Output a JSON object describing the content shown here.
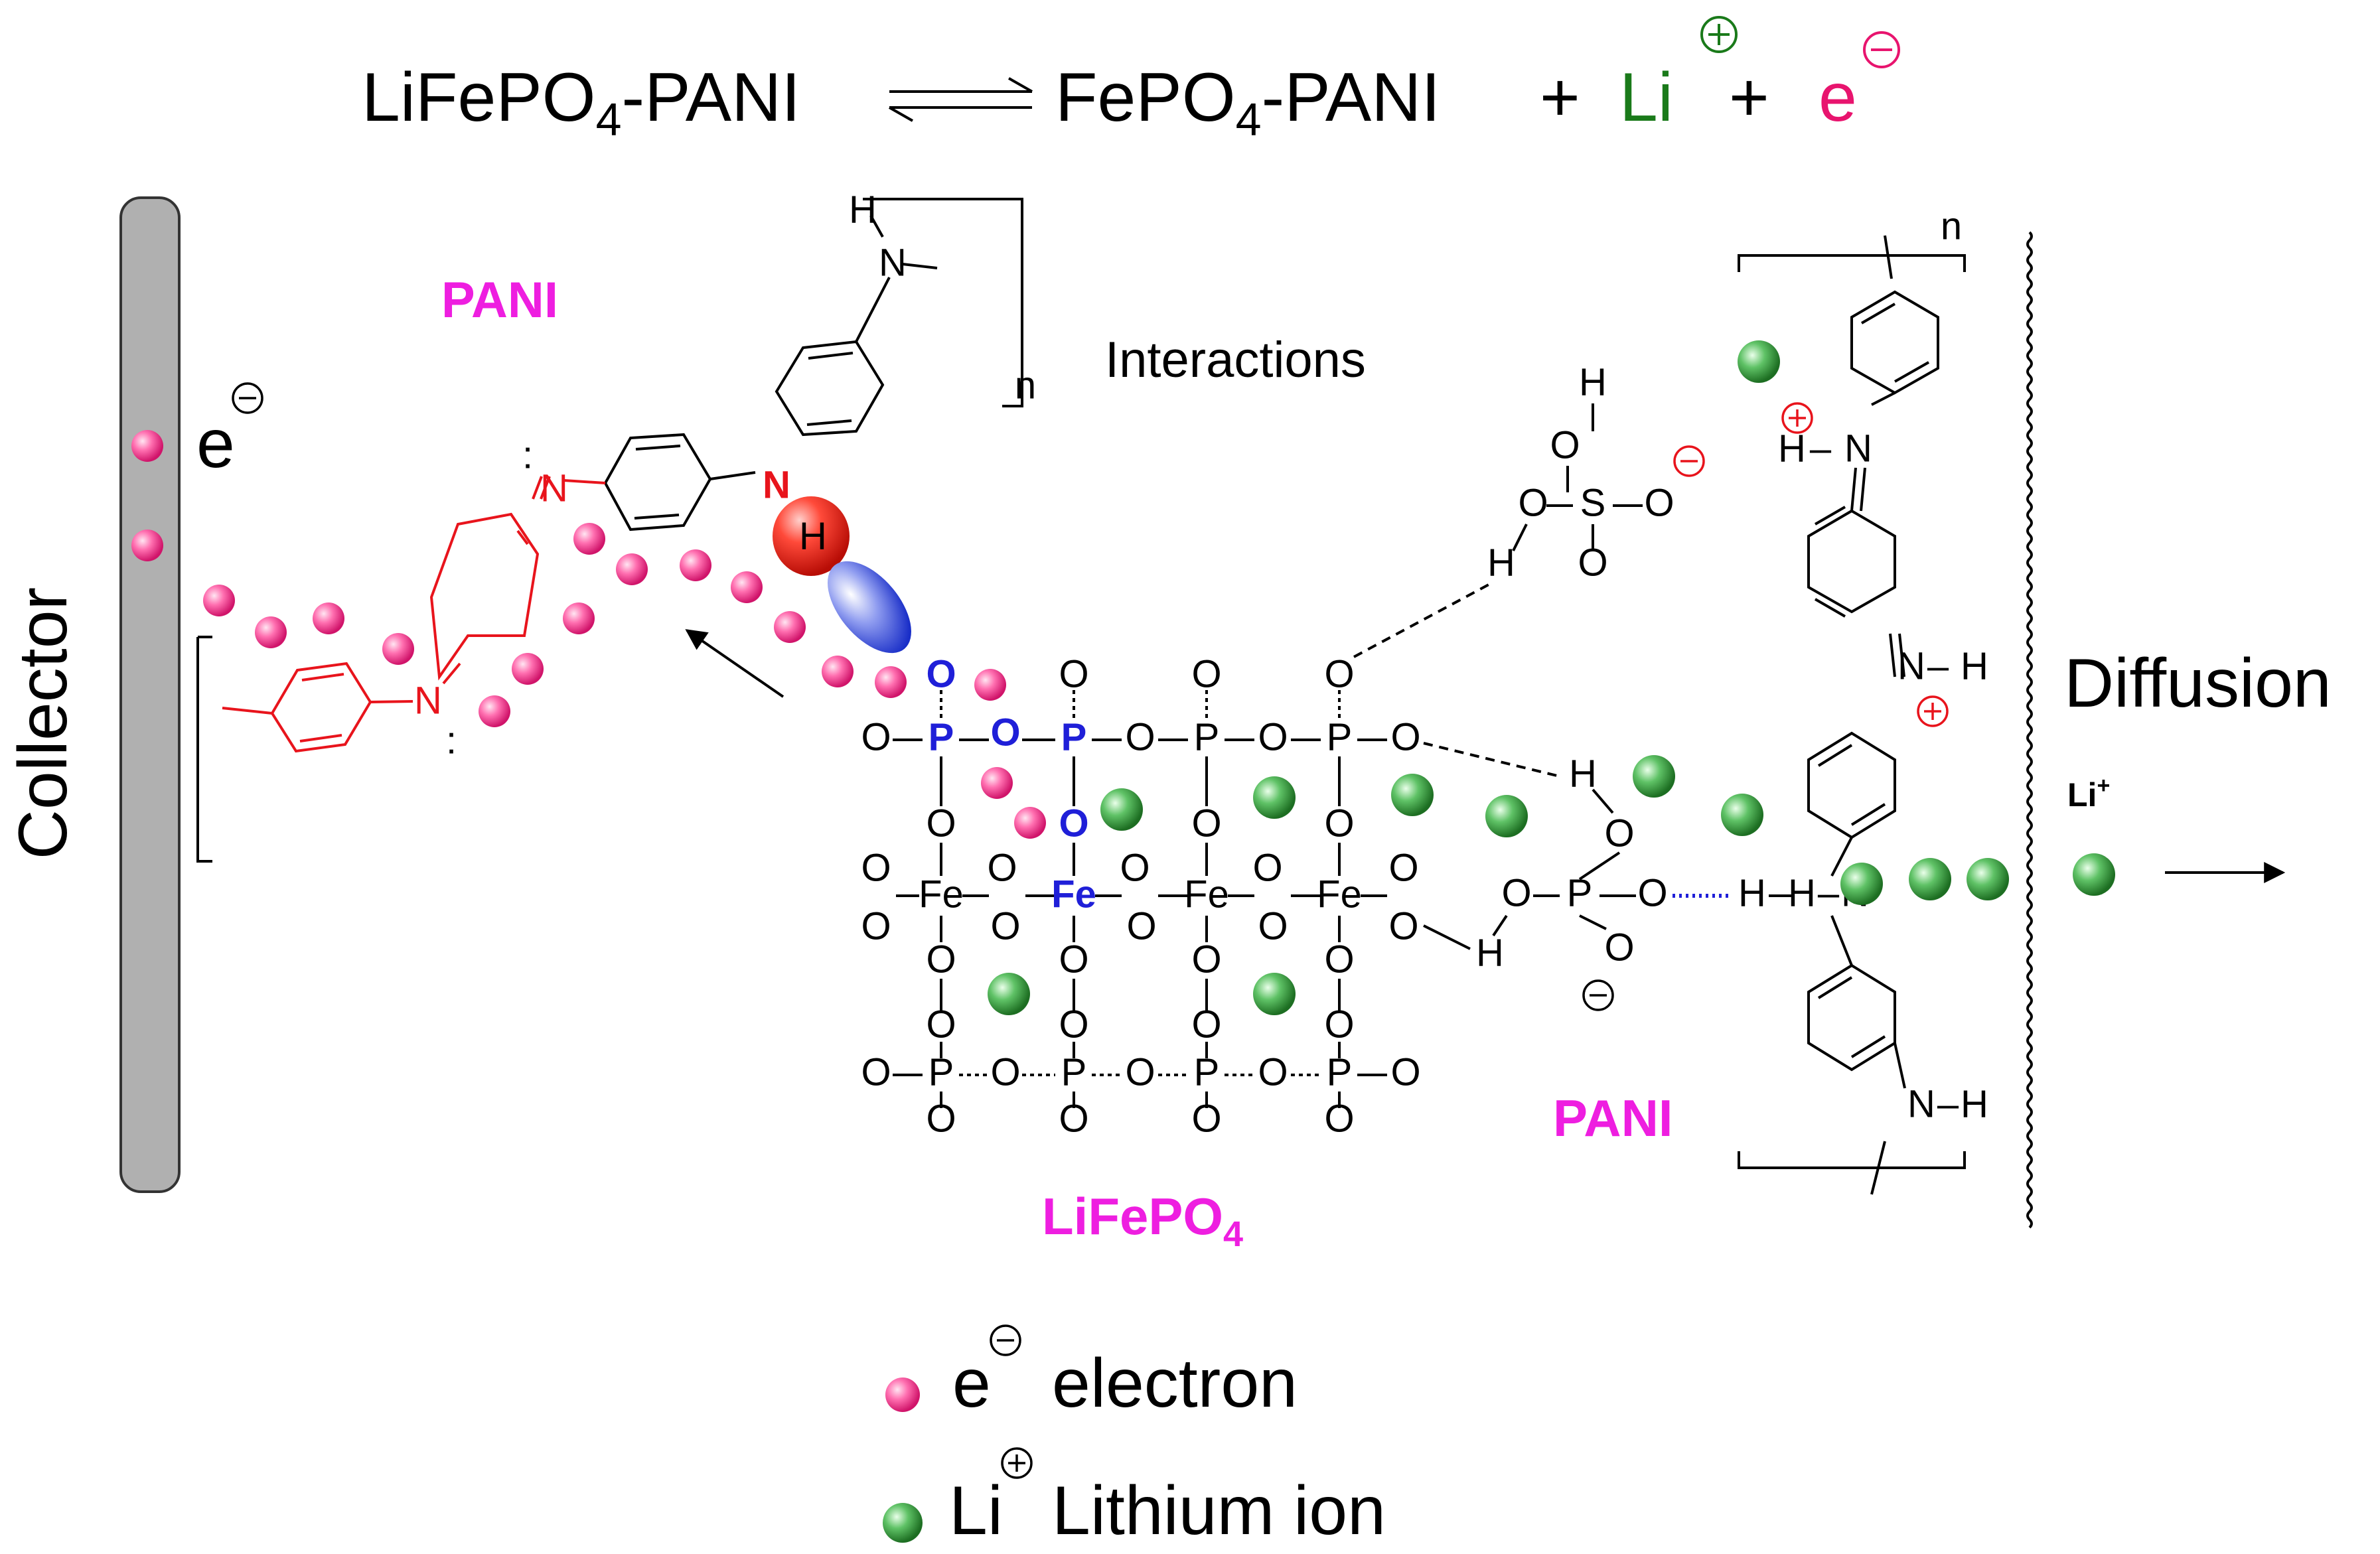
{
  "equation": {
    "reactant": "LiFePO",
    "reactant_sub": "4",
    "reactant_suffix": "-PANI",
    "product": "FePO",
    "product_sub": "4",
    "product_suffix": "-PANI",
    "plus1": "+",
    "li": "Li",
    "plus2": "+",
    "e": "e",
    "li_color": "#1a7a1a",
    "e_color": "#e8146e"
  },
  "labels": {
    "collector": "Collector",
    "pani_left": "PANI",
    "pani_right": "PANI",
    "interactions": "Interactions",
    "diffusion": "Diffusion",
    "lifepo4": "LiFePO",
    "lifepo4_sub": "4",
    "electron_symbol": "e",
    "li_plus": "Li",
    "li_plus_sup": "+",
    "n_top": "n",
    "n_left": "n"
  },
  "legend": {
    "electron_symbol": "e",
    "electron_text": "electron",
    "li_symbol": "Li",
    "li_text": "Lithium ion"
  },
  "atoms": {
    "N": "N",
    "H": "H",
    "O": "O",
    "P": "P",
    "S": "S",
    "Fe": "Fe"
  },
  "colors": {
    "electron": "#ff4f9a",
    "lithium": "#2f9a35",
    "accent_magenta": "#ee1ee0",
    "collector_fill": "#b0b0b0",
    "blue_atoms": "#1f1fd8",
    "red_pani": "#e8141c"
  }
}
